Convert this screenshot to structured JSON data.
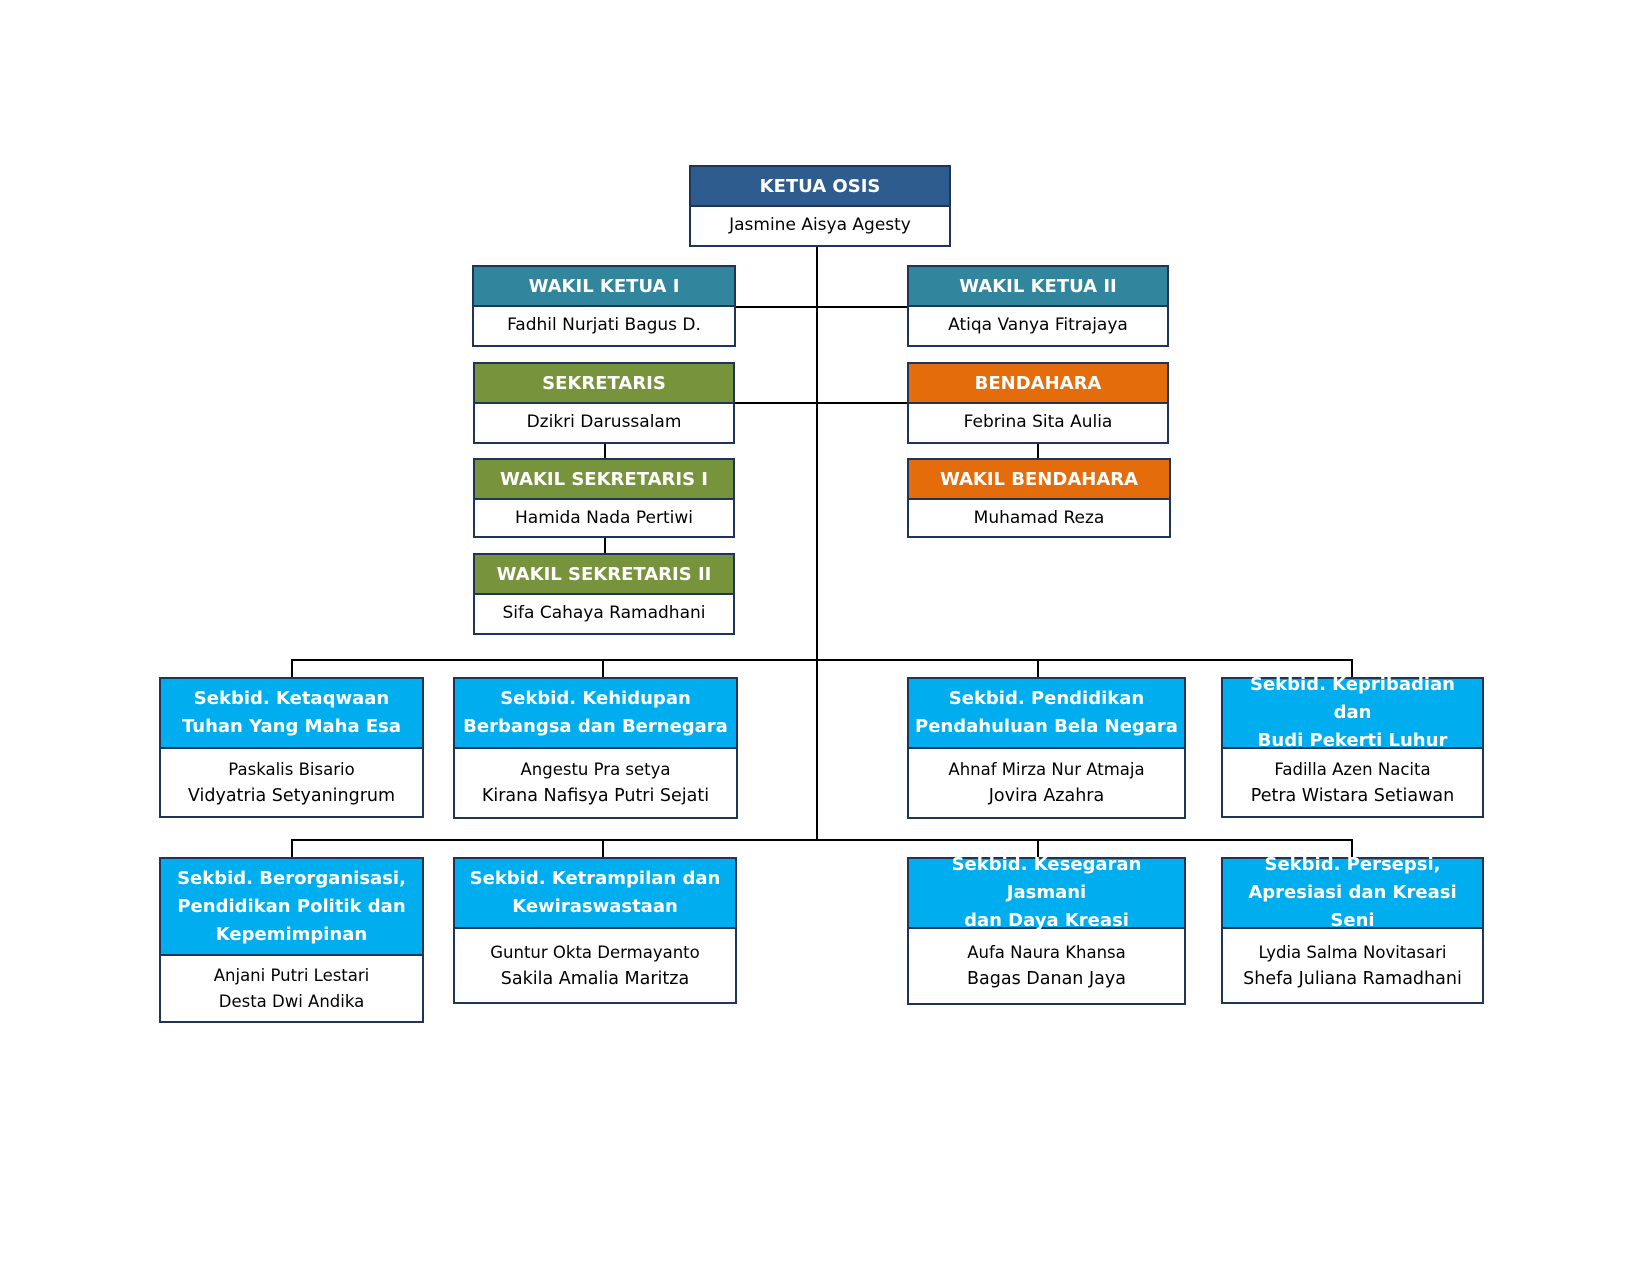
{
  "colors": {
    "ketua": "#2e5c8f",
    "wakil_ketua": "#31859c",
    "sekretaris": "#77933c",
    "bendahara": "#e46c0a",
    "sekbid": "#00aeef",
    "border": "#1f3557",
    "connector": "#000000"
  },
  "ketua": {
    "title": "KETUA OSIS",
    "name": "Jasmine Aisya Agesty"
  },
  "wakil_ketua_1": {
    "title": "WAKIL KETUA I",
    "name": "Fadhil Nurjati Bagus D."
  },
  "wakil_ketua_2": {
    "title": "WAKIL KETUA II",
    "name": "Atiqa Vanya Fitrajaya"
  },
  "sekretaris": {
    "title": "SEKRETARIS",
    "name": "Dzikri Darussalam"
  },
  "wakil_sekretaris_1": {
    "title": "WAKIL SEKRETARIS I",
    "name": "Hamida Nada Pertiwi"
  },
  "wakil_sekretaris_2": {
    "title": "WAKIL SEKRETARIS II",
    "name": "Sifa Cahaya Ramadhani"
  },
  "bendahara": {
    "title": "BENDAHARA",
    "name": "Febrina Sita Aulia"
  },
  "wakil_bendahara": {
    "title": "WAKIL BENDAHARA",
    "name": "Muhamad Reza"
  },
  "sekbid": [
    {
      "title": [
        "Sekbid. Ketaqwaan",
        "Tuhan Yang Maha Esa"
      ],
      "members": [
        "Paskalis Bisario",
        "Vidyatria Setyaningrum"
      ]
    },
    {
      "title": [
        "Sekbid. Kehidupan",
        "Berbangsa dan Bernegara"
      ],
      "members": [
        "Angestu Pra setya",
        "Kirana Nafisya Putri Sejati"
      ]
    },
    {
      "title": [
        "Sekbid. Pendidikan",
        "Pendahuluan Bela Negara"
      ],
      "members": [
        "Ahnaf Mirza Nur Atmaja",
        "Jovira Azahra"
      ]
    },
    {
      "title": [
        "Sekbid. Kepribadian dan",
        "Budi Pekerti Luhur"
      ],
      "members": [
        "Fadilla Azen Nacita",
        "Petra Wistara Setiawan"
      ]
    },
    {
      "title": [
        "Sekbid. Berorganisasi,",
        "Pendidikan Politik dan",
        "Kepemimpinan"
      ],
      "members": [
        "Anjani Putri Lestari",
        "Desta Dwi Andika"
      ]
    },
    {
      "title": [
        "Sekbid. Ketrampilan dan",
        "Kewiraswastaan"
      ],
      "members": [
        "Guntur Okta Dermayanto",
        "Sakila Amalia Maritza"
      ]
    },
    {
      "title": [
        "Sekbid. Kesegaran Jasmani",
        "dan Daya Kreasi"
      ],
      "members": [
        "Aufa Naura Khansa",
        "Bagas Danan Jaya"
      ]
    },
    {
      "title": [
        "Sekbid. Persepsi,",
        "Apresiasi dan Kreasi Seni"
      ],
      "members": [
        "Lydia Salma Novitasari",
        "Shefa Juliana Ramadhani"
      ]
    }
  ]
}
